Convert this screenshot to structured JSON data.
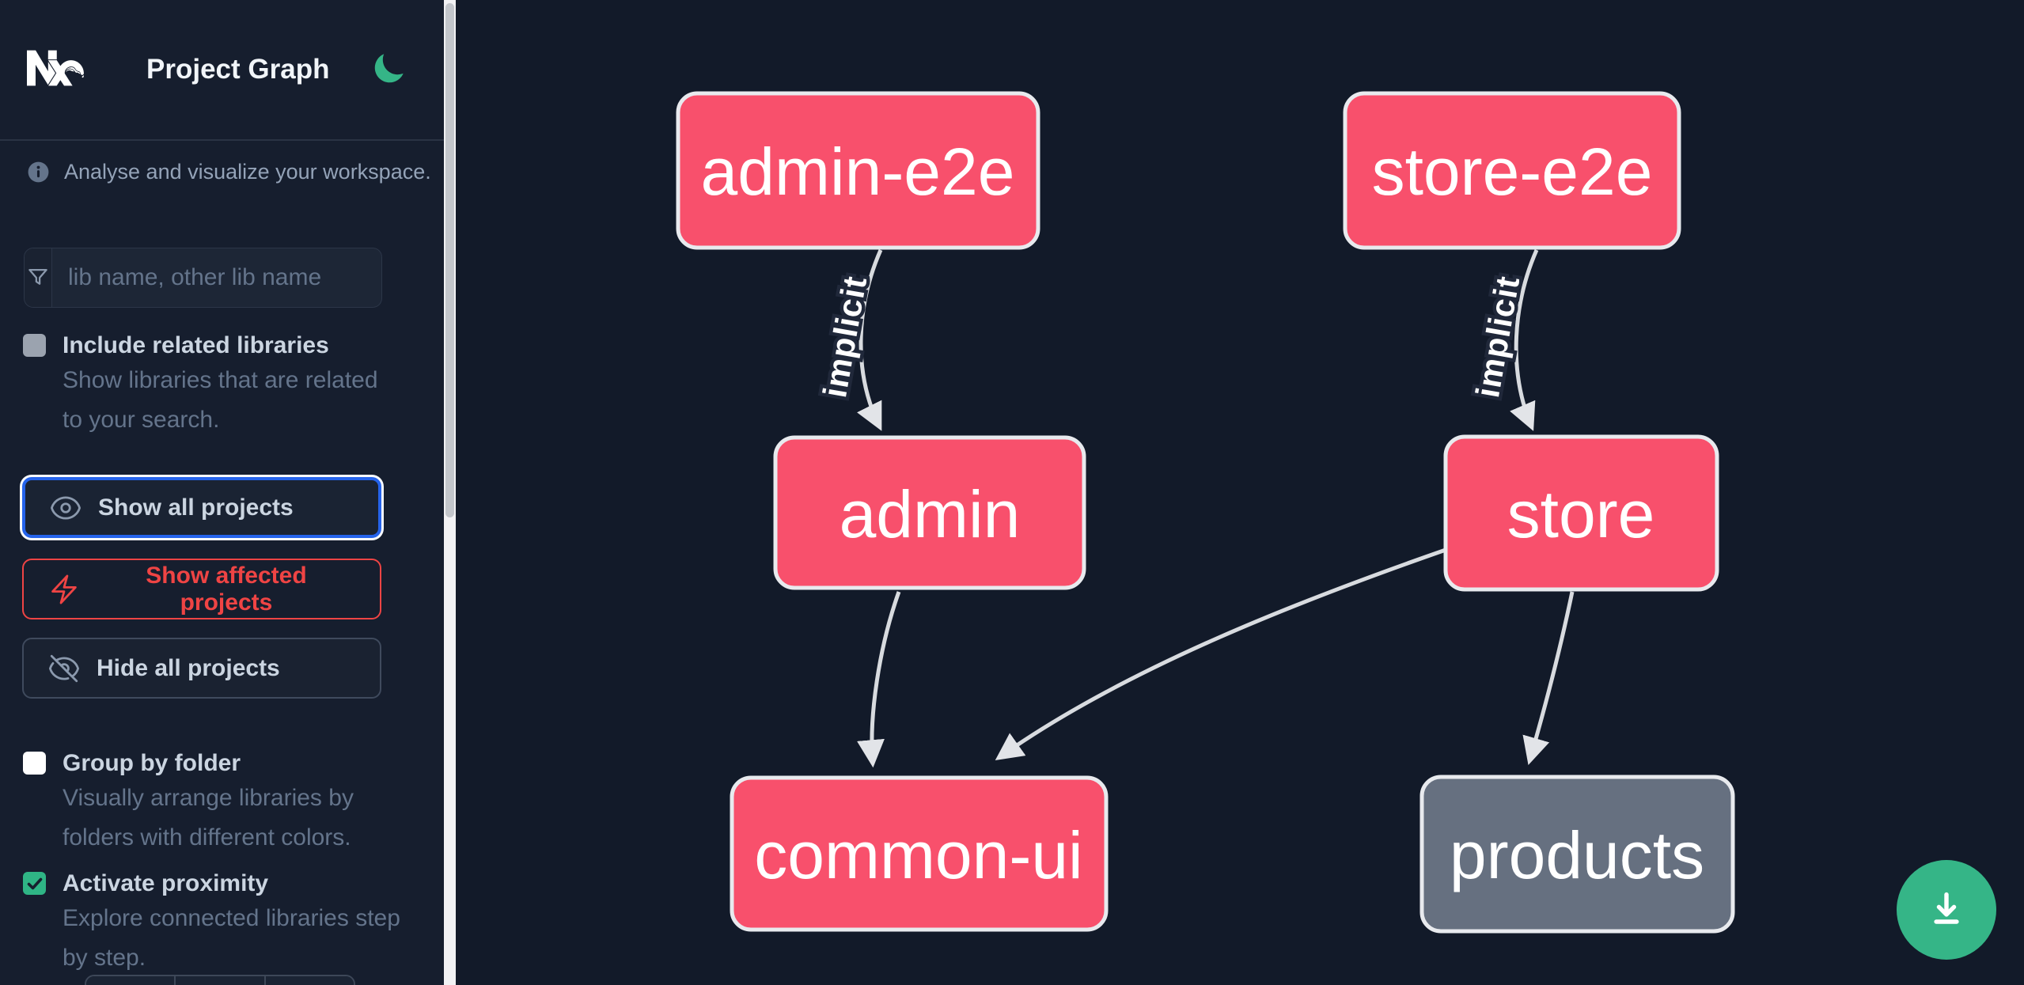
{
  "header": {
    "title": "Project Graph"
  },
  "sidebar": {
    "tagline": "Analyse and visualize your workspace.",
    "search": {
      "placeholder": "lib name, other lib name"
    },
    "toggles": [
      {
        "label": "Include related libraries",
        "description": "Show libraries that are related to your search.",
        "checked": false
      },
      {
        "label": "Group by folder",
        "description": "Visually arrange libraries by folders with different colors.",
        "checked": false
      },
      {
        "label": "Activate proximity",
        "description": "Explore connected libraries step by step.",
        "checked": true
      }
    ],
    "buttons": [
      {
        "label": "Show all projects",
        "icon": "eye-icon",
        "state": "focused"
      },
      {
        "label": "Show affected projects",
        "icon": "bolt-icon",
        "state": "affected"
      },
      {
        "label": "Hide all projects",
        "icon": "eye-slash-icon",
        "state": "default"
      }
    ]
  },
  "graph": {
    "nodes": [
      {
        "id": "admin-e2e",
        "label": "admin-e2e",
        "type": "affected"
      },
      {
        "id": "store-e2e",
        "label": "store-e2e",
        "type": "affected"
      },
      {
        "id": "admin",
        "label": "admin",
        "type": "affected"
      },
      {
        "id": "store",
        "label": "store",
        "type": "affected"
      },
      {
        "id": "common-ui",
        "label": "common-ui",
        "type": "affected"
      },
      {
        "id": "products",
        "label": "products",
        "type": "unfocused"
      }
    ],
    "edges": [
      {
        "source": "admin-e2e",
        "target": "admin",
        "label": "implicit"
      },
      {
        "source": "store-e2e",
        "target": "store",
        "label": "implicit"
      },
      {
        "source": "admin",
        "target": "common-ui",
        "label": ""
      },
      {
        "source": "store",
        "target": "common-ui",
        "label": ""
      },
      {
        "source": "store",
        "target": "products",
        "label": ""
      }
    ]
  },
  "colors": {
    "affected_node": "#f8506c",
    "unfocused_node": "#667080",
    "node_border": "#e8eaee",
    "edge": "#d8dbdf",
    "accent_green": "#35b587",
    "focus_blue": "#2563eb",
    "warn_red": "#ef4444",
    "sidebar_bg": "#161e2e",
    "canvas_bg": "#121a29"
  },
  "fab": {
    "icon": "download-icon"
  }
}
